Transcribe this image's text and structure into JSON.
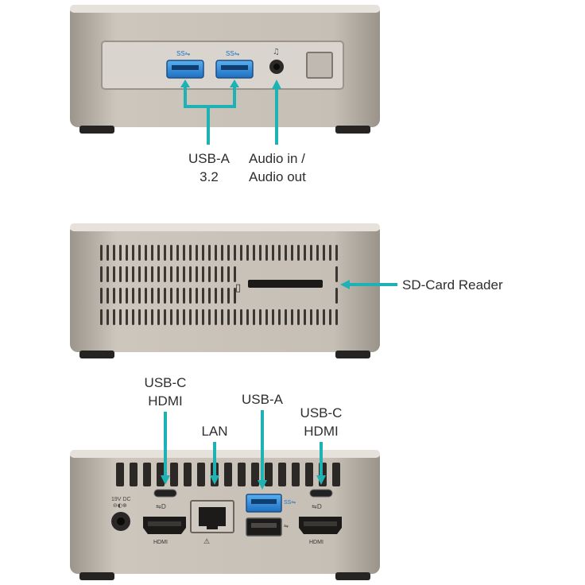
{
  "colors": {
    "accent": "#1fb2b4",
    "case_light": "#c9c2b8",
    "case_dark": "#8f887f",
    "usb_blue": "#2a86d6"
  },
  "front": {
    "label_usb": "USB-A\n3.2",
    "label_audio": "Audio in /\nAudio out"
  },
  "side": {
    "label_sd": "SD-Card Reader"
  },
  "rear": {
    "label_usbc_hdmi_left": "USB-C\nHDMI",
    "label_lan": "LAN",
    "label_usba": "USB-A",
    "label_usbc_hdmi_right": "USB-C\nHDMI"
  }
}
